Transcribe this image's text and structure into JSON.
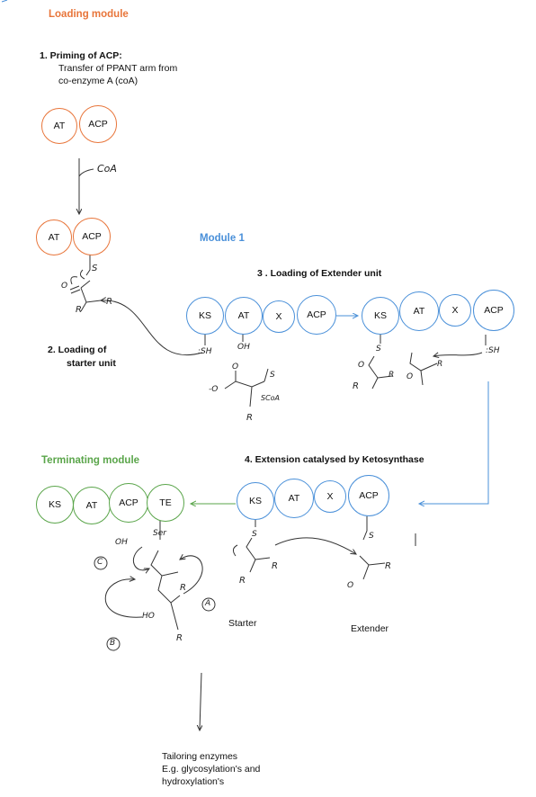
{
  "headings": {
    "loading_module": "Loading module",
    "module1": "Module 1",
    "terminating_module": "Terminating module"
  },
  "steps": {
    "step1_title": "1.   Priming of ACP:",
    "step1_line1": "Transfer of PPANT arm from",
    "step1_line2": "co-enzyme A (coA)",
    "step2_line1": "2.   Loading of",
    "step2_line2": "starter unit",
    "step3": "3 . Loading of Extender unit",
    "step4": "4. Extension catalysed by Ketosynthase"
  },
  "domains": {
    "at": "AT",
    "acp": "ACP",
    "ks": "KS",
    "x": "X",
    "te": "TE"
  },
  "labels": {
    "coa": "CoA",
    "starter": "Starter",
    "extender": "Extender",
    "tailoring_line1": "Tailoring enzymes",
    "tailoring_line2": "E.g. glycosylation's and",
    "tailoring_line3": "hydroxylation's"
  },
  "chem": {
    "s": "S",
    "sh": ":SH",
    "oh": "OH",
    "o": "O",
    "r": "R",
    "scoa": "SCoA",
    "ser": "Ser",
    "ho": "HO",
    "minus_o": "-O",
    "a": "A",
    "b": "B",
    "c": "C"
  },
  "colors": {
    "loading": "#e8753a",
    "module1": "#4a90d9",
    "terminating": "#5aa54a"
  }
}
